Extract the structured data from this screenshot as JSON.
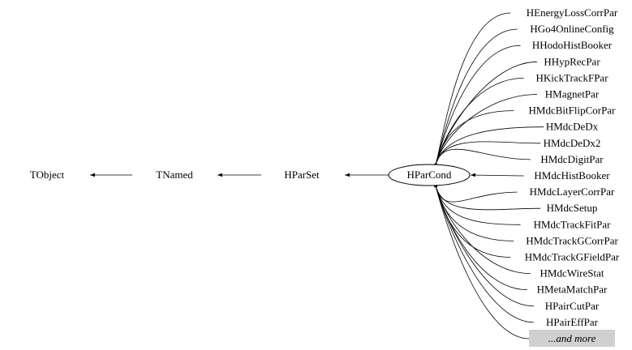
{
  "diagram": {
    "chain": [
      "TObject",
      "TNamed",
      "HParSet",
      "HParCond"
    ],
    "children": [
      "HEnergyLossCorrPar",
      "HGo4OnlineConfig",
      "HHodoHistBooker",
      "HHypRecPar",
      "HKickTrackFPar",
      "HMagnetPar",
      "HMdcBitFlipCorPar",
      "HMdcDeDx",
      "HMdcDeDx2",
      "HMdcDigitPar",
      "HMdcHistBooker",
      "HMdcLayerCorrPar",
      "HMdcSetup",
      "HMdcTrackFitPar",
      "HMdcTrackGCorrPar",
      "HMdcTrackGFieldPar",
      "HMdcWireStat",
      "HMetaMatchPar",
      "HPairCutPar",
      "HPairEffPar"
    ],
    "more_label": "...and more",
    "colors": {
      "line": "#000000",
      "more_box": "#d0d0d0",
      "background": "#ffffff"
    }
  }
}
